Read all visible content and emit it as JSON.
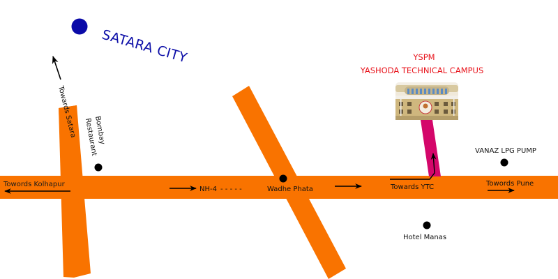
{
  "colors": {
    "road": "#f97300",
    "access_road": "#d4066a",
    "city_marker": "#0a0aa8",
    "city_text": "#0d0fa8",
    "campus_text": "#e8141c",
    "landmark_dot": "#000000",
    "background": "#ffffff"
  },
  "city": {
    "label": "SATARA CITY",
    "marker_icon": "city-dot-icon"
  },
  "campus": {
    "line1": "YSPM",
    "line2": "YASHODA TECHNICAL CAMPUS",
    "image": "campus-building-photo"
  },
  "roads": {
    "highway_name": "NH-4",
    "highway_dashes": "- - - - -",
    "towards_kolhapur": "Towords Kolhapur",
    "towards_pune": "Towords Pune",
    "towards_satara": "Towards Satara",
    "towards_ytc": "Towards YTC"
  },
  "landmarks": [
    {
      "label": "Bombay",
      "label2": "Restaurant"
    },
    {
      "label": "Wadhe Phata"
    },
    {
      "label": "VANAZ LPG PUMP"
    },
    {
      "label": "Hotel Manas"
    }
  ]
}
